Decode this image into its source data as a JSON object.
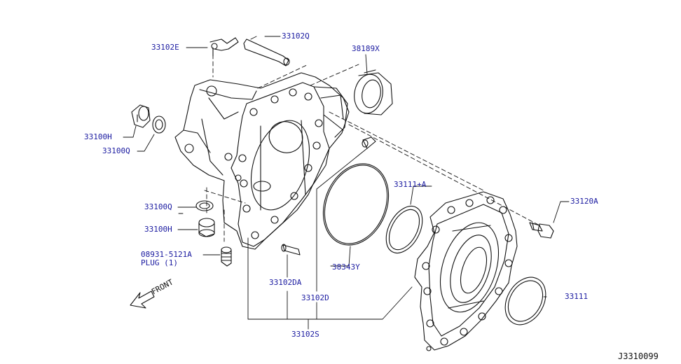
{
  "diagram": {
    "reference_code": "J3310099",
    "front_label": "FRONT",
    "labels": {
      "p33102E": "33102E",
      "p33102Q": "33102Q",
      "p38189X": "38189X",
      "p33100H_top": "33100H",
      "p33100Q_top": "33100Q",
      "p33100Q_bottom": "33100Q",
      "p33100H_bottom": "33100H",
      "p08931": "08931-5121A",
      "p_plug": "PLUG (1)",
      "p33111A": "33111+A",
      "p33120A": "33120A",
      "p38343Y": "38343Y",
      "p33102DA": "33102DA",
      "p33102D": "33102D",
      "p33102S": "33102S",
      "p33111": "33111"
    }
  },
  "colors": {
    "label_text": "#1a1aa0",
    "line_art": "#111111"
  }
}
